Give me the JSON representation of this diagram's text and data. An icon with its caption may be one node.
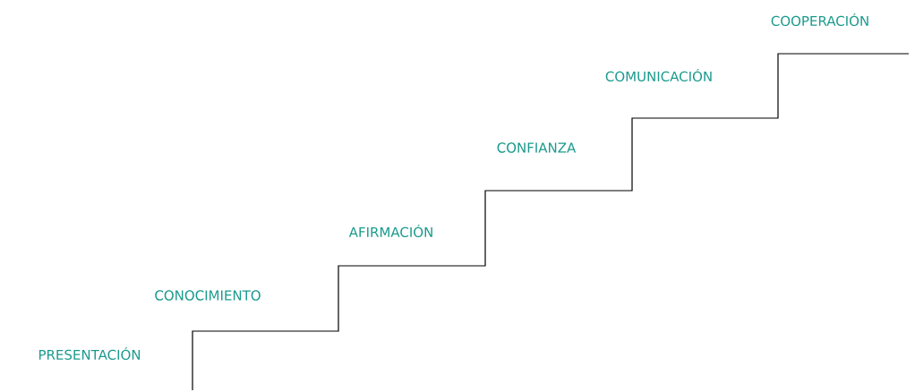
{
  "diagram": {
    "labels": [
      "PRESENTACIÓN",
      "CONOCIMIENTO",
      "AFIRMACIÓN",
      "CONFIANZA",
      "COMUNICACIÓN",
      "COOPERACIÓN"
    ]
  }
}
